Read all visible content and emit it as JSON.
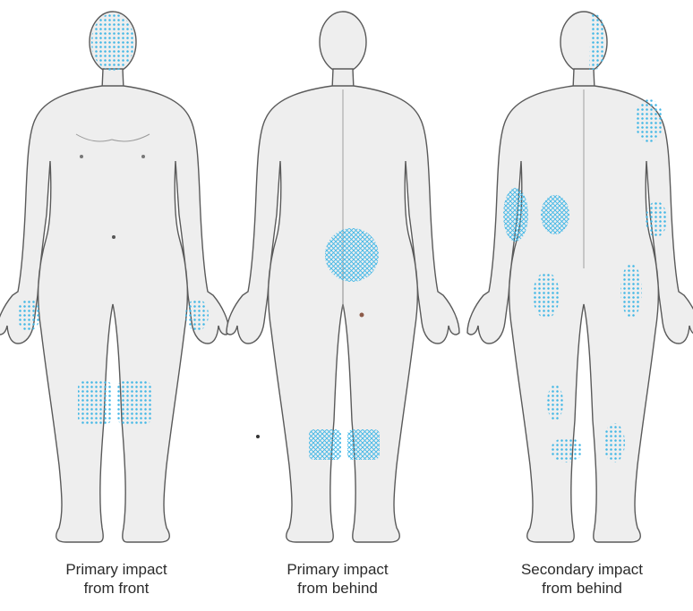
{
  "figures": [
    {
      "id": "front",
      "caption_line1": "Primary impact",
      "caption_line2": "from front"
    },
    {
      "id": "behind",
      "caption_line1": "Primary impact",
      "caption_line2": "from behind"
    },
    {
      "id": "secondary",
      "caption_line1": "Secondary impact",
      "caption_line2": "from behind"
    }
  ],
  "colors": {
    "body_fill": "#eeeeee",
    "body_outline": "#5a5a5a",
    "impact_pattern": "#3fb6e6",
    "caption_text": "#2b2b2b"
  }
}
